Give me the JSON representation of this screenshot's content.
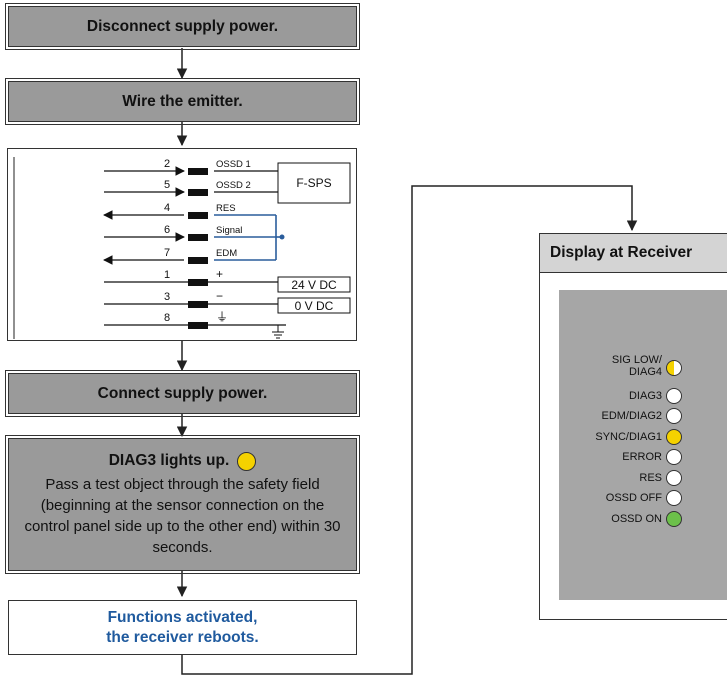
{
  "steps": {
    "disconnect": "Disconnect supply power.",
    "wire": "Wire the emitter.",
    "connect": "Connect supply power.",
    "diag_title": "DIAG3 lights up.",
    "diag_text": "Pass a test object through the safety field (beginning at the sensor connection on the control panel side up to the other end) within 30 seconds.",
    "functions_line1": "Functions activated,",
    "functions_line2": "the receiver reboots."
  },
  "wiring": {
    "pins": [
      "2",
      "5",
      "4",
      "6",
      "7",
      "1",
      "3",
      "8"
    ],
    "signals": [
      "OSSD 1",
      "OSSD 2",
      "RES",
      "Signal",
      "EDM",
      "+",
      "−",
      "⏚"
    ],
    "fsps_label": "F-SPS",
    "supply_labels": [
      "24 V DC",
      "0 V DC"
    ]
  },
  "display": {
    "title": "Display at Receiver",
    "leds": [
      {
        "label_line1": "SIG LOW/",
        "label_line2": "DIAG4",
        "state": "half-yellow"
      },
      {
        "label_line1": "DIAG3",
        "label_line2": "",
        "state": "off"
      },
      {
        "label_line1": "EDM/DIAG2",
        "label_line2": "",
        "state": "off"
      },
      {
        "label_line1": "SYNC/DIAG1",
        "label_line2": "",
        "state": "yellow"
      },
      {
        "label_line1": "ERROR",
        "label_line2": "",
        "state": "off"
      },
      {
        "label_line1": "RES",
        "label_line2": "",
        "state": "off"
      },
      {
        "label_line1": "OSSD OFF",
        "label_line2": "",
        "state": "off"
      },
      {
        "label_line1": "OSSD ON",
        "label_line2": "",
        "state": "green"
      }
    ]
  },
  "colors": {
    "box_gray": "#9a9a9a",
    "panel_gray": "#a6a6a6",
    "header_gray": "#d4d4d4",
    "led_yellow": "#f5d200",
    "led_green": "#6cc04a",
    "blue_text": "#1f5a9e",
    "wire_blue": "#2a5d9c"
  }
}
